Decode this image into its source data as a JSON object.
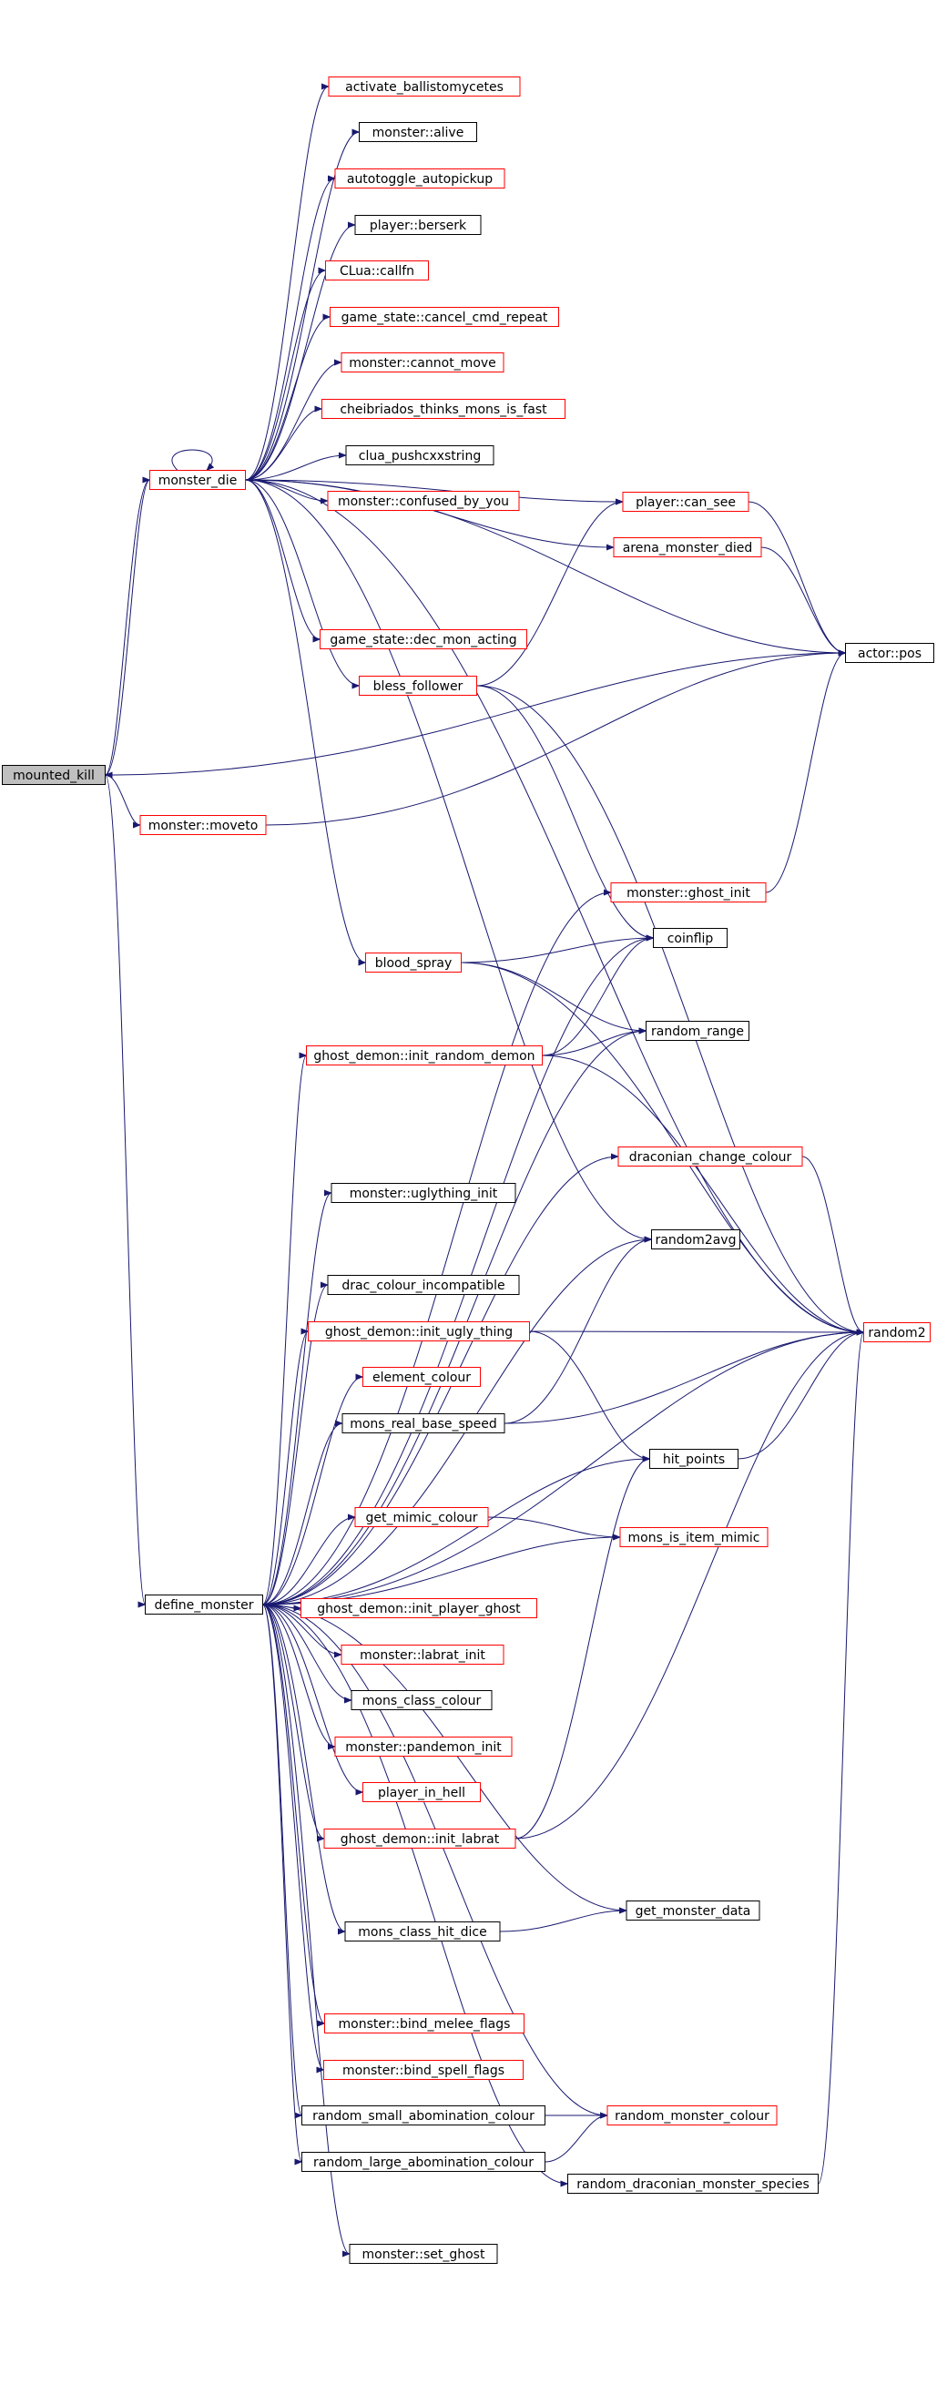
{
  "colors": {
    "edge": "#191970",
    "box_black": "#000000",
    "box_red": "#ff0000",
    "box_gray_fill": "#bfbfbf",
    "background": "#ffffff"
  },
  "nodes": {
    "mounted_kill": {
      "label": "mounted_kill",
      "border": "black",
      "highlight": true,
      "interactable": true
    },
    "monster_die": {
      "label": "monster_die",
      "border": "red"
    },
    "monster_moveto": {
      "label": "monster::moveto",
      "border": "red"
    },
    "define_monster": {
      "label": "define_monster",
      "border": "black"
    },
    "activate_ballistomycetes": {
      "label": "activate_ballistomycetes",
      "border": "red"
    },
    "monster_alive": {
      "label": "monster::alive",
      "border": "black"
    },
    "autotoggle_autopickup": {
      "label": "autotoggle_autopickup",
      "border": "red"
    },
    "player_berserk": {
      "label": "player::berserk",
      "border": "black"
    },
    "clua_callfn": {
      "label": "CLua::callfn",
      "border": "red"
    },
    "cancel_cmd_repeat": {
      "label": "game_state::cancel_cmd_repeat",
      "border": "red"
    },
    "monster_cannot_move": {
      "label": "monster::cannot_move",
      "border": "red"
    },
    "cheibriados": {
      "label": "cheibriados_thinks_mons_is_fast",
      "border": "red"
    },
    "clua_pushcxxstring": {
      "label": "clua_pushcxxstring",
      "border": "black"
    },
    "confused_by_you": {
      "label": "monster::confused_by_you",
      "border": "red"
    },
    "player_can_see": {
      "label": "player::can_see",
      "border": "red"
    },
    "arena_monster_died": {
      "label": "arena_monster_died",
      "border": "red"
    },
    "actor_pos": {
      "label": "actor::pos",
      "border": "black"
    },
    "dec_mon_acting": {
      "label": "game_state::dec_mon_acting",
      "border": "red"
    },
    "bless_follower": {
      "label": "bless_follower",
      "border": "red"
    },
    "monster_ghost_init": {
      "label": "monster::ghost_init",
      "border": "red"
    },
    "coinflip": {
      "label": "coinflip",
      "border": "black"
    },
    "blood_spray": {
      "label": "blood_spray",
      "border": "red"
    },
    "random_range": {
      "label": "random_range",
      "border": "black"
    },
    "init_random_demon": {
      "label": "ghost_demon::init_random_demon",
      "border": "red"
    },
    "draconian_change_colour": {
      "label": "draconian_change_colour",
      "border": "red"
    },
    "uglything_init": {
      "label": "monster::uglything_init",
      "border": "black"
    },
    "random2avg": {
      "label": "random2avg",
      "border": "black"
    },
    "drac_colour_incompatible": {
      "label": "drac_colour_incompatible",
      "border": "black"
    },
    "init_ugly_thing": {
      "label": "ghost_demon::init_ugly_thing",
      "border": "red"
    },
    "random2": {
      "label": "random2",
      "border": "red"
    },
    "element_colour": {
      "label": "element_colour",
      "border": "red"
    },
    "mons_real_base_speed": {
      "label": "mons_real_base_speed",
      "border": "black"
    },
    "hit_points": {
      "label": "hit_points",
      "border": "black"
    },
    "get_mimic_colour": {
      "label": "get_mimic_colour",
      "border": "red"
    },
    "mons_is_item_mimic": {
      "label": "mons_is_item_mimic",
      "border": "red"
    },
    "init_player_ghost": {
      "label": "ghost_demon::init_player_ghost",
      "border": "red"
    },
    "labrat_init": {
      "label": "monster::labrat_init",
      "border": "red"
    },
    "mons_class_colour": {
      "label": "mons_class_colour",
      "border": "black"
    },
    "pandemon_init": {
      "label": "monster::pandemon_init",
      "border": "red"
    },
    "player_in_hell": {
      "label": "player_in_hell",
      "border": "red"
    },
    "init_labrat": {
      "label": "ghost_demon::init_labrat",
      "border": "red"
    },
    "get_monster_data": {
      "label": "get_monster_data",
      "border": "black"
    },
    "mons_class_hit_dice": {
      "label": "mons_class_hit_dice",
      "border": "black"
    },
    "bind_melee_flags": {
      "label": "monster::bind_melee_flags",
      "border": "red"
    },
    "bind_spell_flags": {
      "label": "monster::bind_spell_flags",
      "border": "red"
    },
    "random_small_abom": {
      "label": "random_small_abomination_colour",
      "border": "black"
    },
    "random_monster_colour": {
      "label": "random_monster_colour",
      "border": "red"
    },
    "random_large_abom": {
      "label": "random_large_abomination_colour",
      "border": "black"
    },
    "random_draconian_species": {
      "label": "random_draconian_monster_species",
      "border": "black"
    },
    "monster_set_ghost": {
      "label": "monster::set_ghost",
      "border": "black"
    }
  }
}
